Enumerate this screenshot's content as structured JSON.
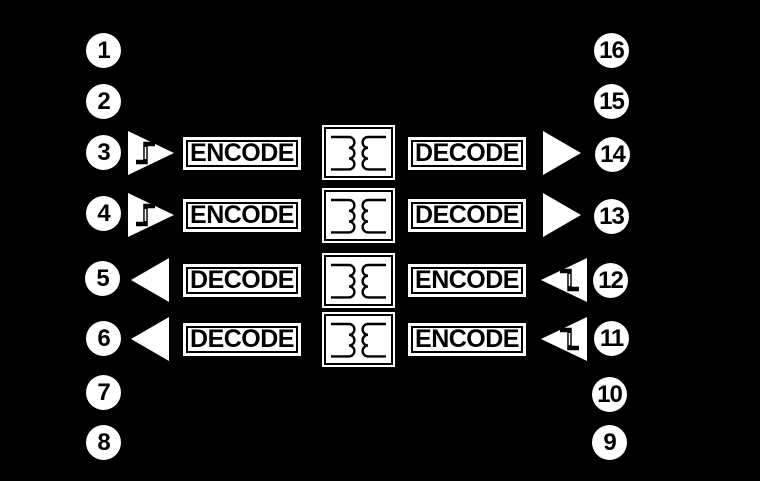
{
  "colors": {
    "background": "#000000",
    "shapes": "#ffffff",
    "ink": "#000000"
  },
  "pins": {
    "left": [
      {
        "number": "1"
      },
      {
        "number": "2"
      },
      {
        "number": "3"
      },
      {
        "number": "4"
      },
      {
        "number": "5"
      },
      {
        "number": "6"
      },
      {
        "number": "7"
      },
      {
        "number": "8"
      }
    ],
    "right": [
      {
        "number": "16"
      },
      {
        "number": "15"
      },
      {
        "number": "14"
      },
      {
        "number": "13"
      },
      {
        "number": "12"
      },
      {
        "number": "11"
      },
      {
        "number": "10"
      },
      {
        "number": "9"
      }
    ]
  },
  "channels": [
    {
      "left_pin": "3",
      "right_pin": "14",
      "left_block": "ENCODE",
      "right_block": "DECODE",
      "direction": "left-to-right"
    },
    {
      "left_pin": "4",
      "right_pin": "13",
      "left_block": "ENCODE",
      "right_block": "DECODE",
      "direction": "left-to-right"
    },
    {
      "left_pin": "5",
      "right_pin": "12",
      "left_block": "DECODE",
      "right_block": "ENCODE",
      "direction": "right-to-left"
    },
    {
      "left_pin": "6",
      "right_pin": "11",
      "left_block": "DECODE",
      "right_block": "ENCODE",
      "direction": "right-to-left"
    }
  ],
  "icons": {
    "transformer": "transformer-coils-icon",
    "input_buffer": "edge-trigger-buffer-icon",
    "output_buffer": "output-driver-triangle-icon"
  }
}
